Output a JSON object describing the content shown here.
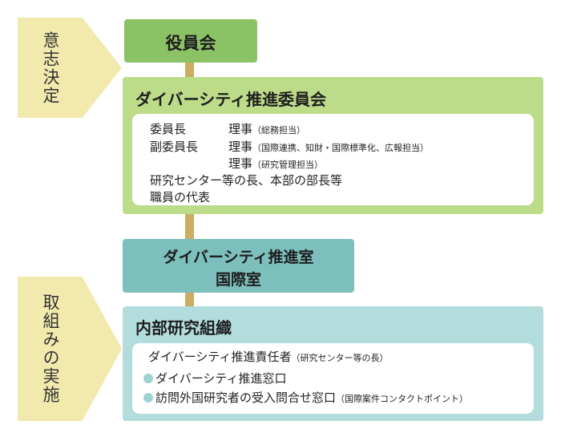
{
  "labels": {
    "decision": "意志決定",
    "implementation": "取組みの実施"
  },
  "board": {
    "title": "役員会"
  },
  "committee": {
    "title": "ダイバーシティ推進委員会",
    "members": [
      {
        "role": "委員長",
        "title": "理事",
        "note": "（総務担当）"
      },
      {
        "role": "副委員長",
        "title": "理事",
        "note": "（国際連携、知財・国際標準化、広報担当）"
      },
      {
        "role": "",
        "title": "理事",
        "note": "（研究管理担当）"
      }
    ],
    "other_members": [
      "研究センター等の長、本部の部長等",
      "職員の代表"
    ]
  },
  "office": {
    "line1": "ダイバーシティ推進室",
    "line2": "国際室"
  },
  "internal": {
    "title": "内部研究組織",
    "leader": {
      "text": "ダイバーシティ推進責任者",
      "note": "（研究センター等の長）"
    },
    "contacts": [
      {
        "text": "ダイバーシティ推進窓口",
        "note": ""
      },
      {
        "text": "訪問外国研究者の受入問合せ窓口",
        "note": "（国際案件コンタクトポイント）"
      }
    ]
  },
  "colors": {
    "label_fill": "#f2e9ad",
    "board_fill": "#8cc266",
    "committee_fill": "#bddc8a",
    "office_fill": "#7cbfbc",
    "internal_fill": "#b3dcdc",
    "connector": "#c9ad63"
  }
}
